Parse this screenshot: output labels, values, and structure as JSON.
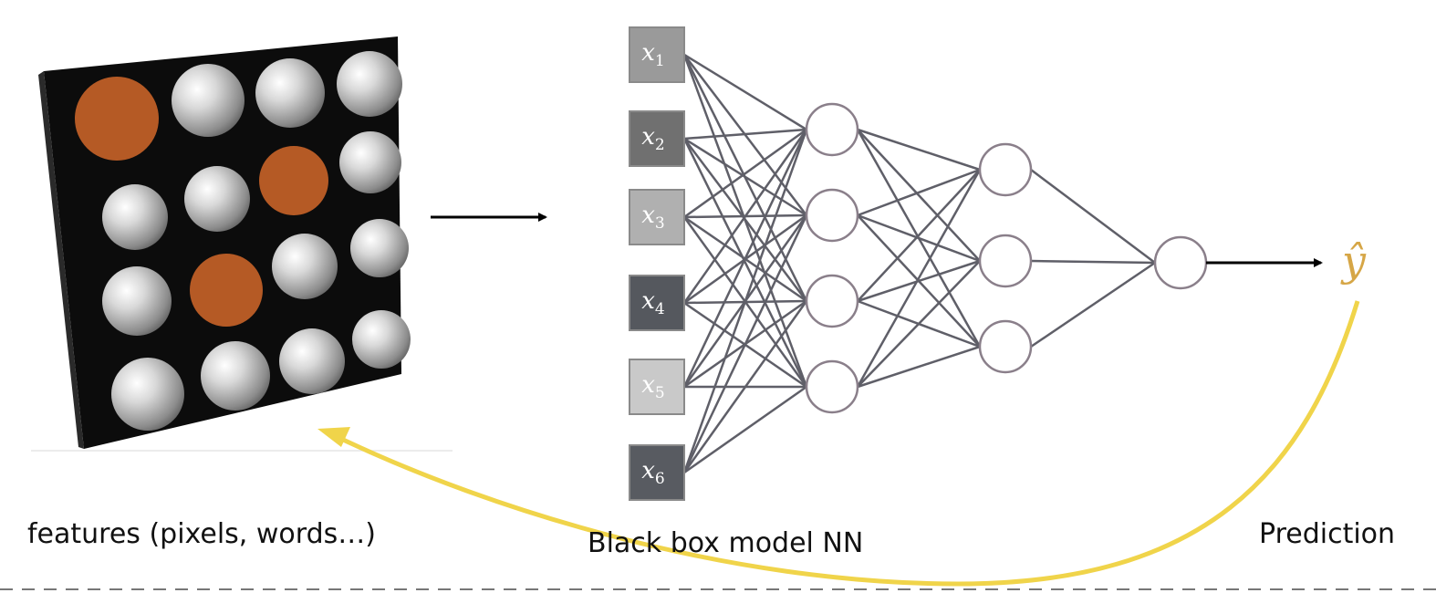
{
  "captions": {
    "features": "features (pixels, words…)",
    "model": "Black box model NN",
    "prediction": "Prediction"
  },
  "inputs": [
    {
      "label": "x",
      "sub": "1",
      "fill": "#9a9a9a"
    },
    {
      "label": "x",
      "sub": "2",
      "fill": "#707070"
    },
    {
      "label": "x",
      "sub": "3",
      "fill": "#b0b0b0"
    },
    {
      "label": "x",
      "sub": "4",
      "fill": "#55585e"
    },
    {
      "label": "x",
      "sub": "5",
      "fill": "#c9c9c9"
    },
    {
      "label": "x",
      "sub": "6",
      "fill": "#585b61"
    }
  ],
  "output_symbol": "ŷ",
  "colors": {
    "highlight": "#b55a25",
    "output": "#d6a646",
    "feedback_arrow": "#f0d44a",
    "network_line": "#5f5f68",
    "node_stroke": "#8a7f8a"
  }
}
